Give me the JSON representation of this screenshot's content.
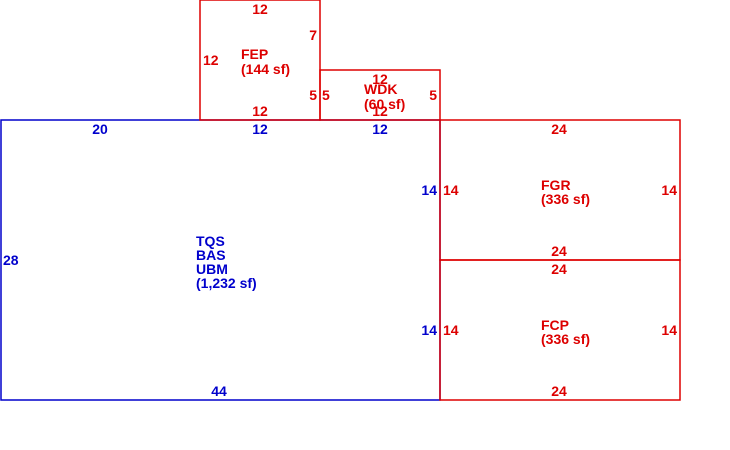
{
  "colors": {
    "main_structure": "#0000cc",
    "additions": "#dd0000",
    "background": "#ffffff"
  },
  "areas": {
    "main": {
      "labels": [
        "TQS",
        "BAS",
        "UBM"
      ],
      "area": "(1,232 sf)",
      "dims": {
        "top_left": "20",
        "top_mid": "12",
        "top_right": "12",
        "left": "28",
        "right_upper": "14",
        "right_lower": "14",
        "bottom": "44"
      }
    },
    "fep": {
      "label": "FEP",
      "area": "(144 sf)",
      "dims": {
        "top": "12",
        "left": "12",
        "right_upper": "7",
        "right_lower": "5",
        "bottom": "12"
      }
    },
    "wdk": {
      "label": "WDK",
      "area": "(60 sf)",
      "dims": {
        "top": "12",
        "left": "5",
        "right": "5",
        "bottom": "12"
      }
    },
    "fgr": {
      "label": "FGR",
      "area": "(336 sf)",
      "dims": {
        "top": "24",
        "left": "14",
        "right": "14",
        "bottom": "24"
      }
    },
    "fcp": {
      "label": "FCP",
      "area": "(336 sf)",
      "dims": {
        "top": "24",
        "left": "14",
        "right": "14",
        "bottom": "24"
      }
    }
  }
}
